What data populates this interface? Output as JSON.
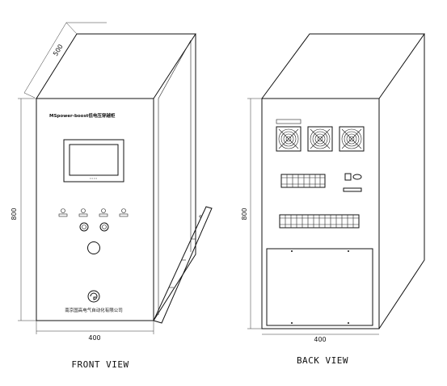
{
  "front": {
    "product_label": "MSpower-boost低电压穿越柜",
    "company": "南京国高电气自动化有限公司",
    "view_title": "FRONT VIEW",
    "dim_depth": "500",
    "dim_height": "800",
    "dim_width": "400"
  },
  "back": {
    "view_title": "BACK VIEW",
    "dim_height": "800",
    "dim_width": "400"
  }
}
